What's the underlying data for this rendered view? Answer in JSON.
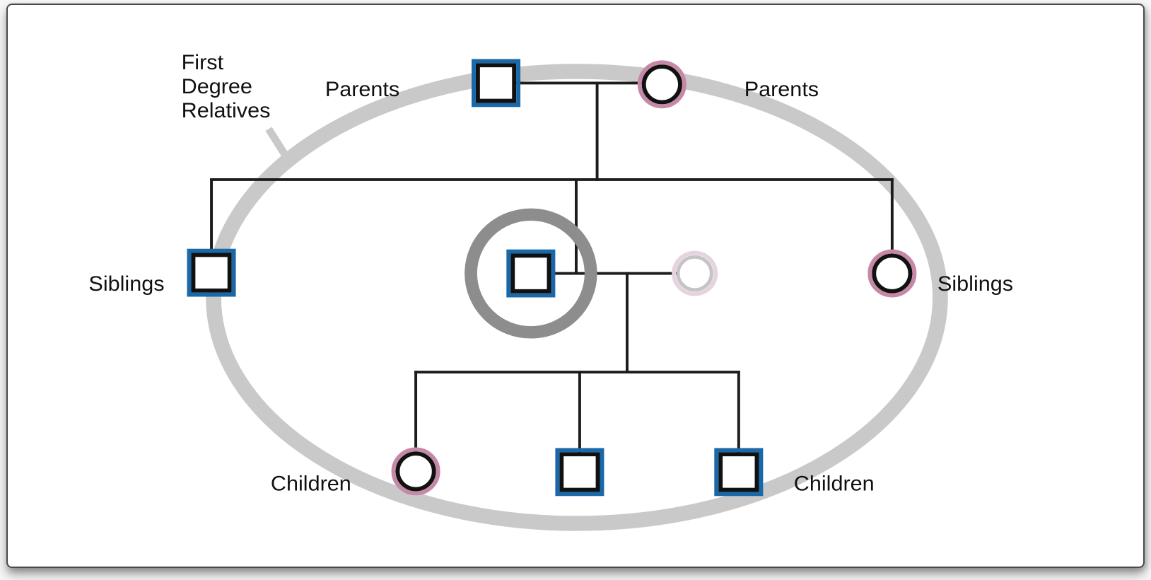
{
  "diagram": {
    "title": "First Degree Relatives pedigree",
    "callout": {
      "lines": [
        "First",
        "Degree",
        "Relatives"
      ]
    },
    "labels": {
      "parents_left": "Parents",
      "parents_right": "Parents",
      "siblings_left": "Siblings",
      "siblings_right": "Siblings",
      "children_left": "Children",
      "children_right": "Children"
    },
    "nodes": [
      {
        "id": "father",
        "symbol": "square",
        "role": "parent",
        "inside_circle": true
      },
      {
        "id": "mother",
        "symbol": "circle",
        "role": "parent",
        "inside_circle": true
      },
      {
        "id": "brother",
        "symbol": "square",
        "role": "sibling",
        "inside_circle": true
      },
      {
        "id": "proband",
        "symbol": "square",
        "role": "self",
        "inside_circle": true,
        "highlighted": true
      },
      {
        "id": "partner",
        "symbol": "circle",
        "role": "partner",
        "inside_circle": true,
        "faded": true
      },
      {
        "id": "sister",
        "symbol": "circle",
        "role": "sibling",
        "inside_circle": true
      },
      {
        "id": "daughter",
        "symbol": "circle",
        "role": "child",
        "inside_circle": true
      },
      {
        "id": "son-1",
        "symbol": "square",
        "role": "child",
        "inside_circle": true
      },
      {
        "id": "son-2",
        "symbol": "square",
        "role": "child",
        "inside_circle": true
      }
    ],
    "colors": {
      "male_outline": "#1a68a8",
      "female_outline": "#c588a6",
      "symbol_stroke": "#111111",
      "line": "#1c1c1c",
      "ellipse": "#c9c9c9",
      "proband_ring": "#8d8d8d",
      "excluded_ring": "#e6d3df",
      "excluded_stroke": "#c4c4c4",
      "text": "#101010"
    }
  }
}
